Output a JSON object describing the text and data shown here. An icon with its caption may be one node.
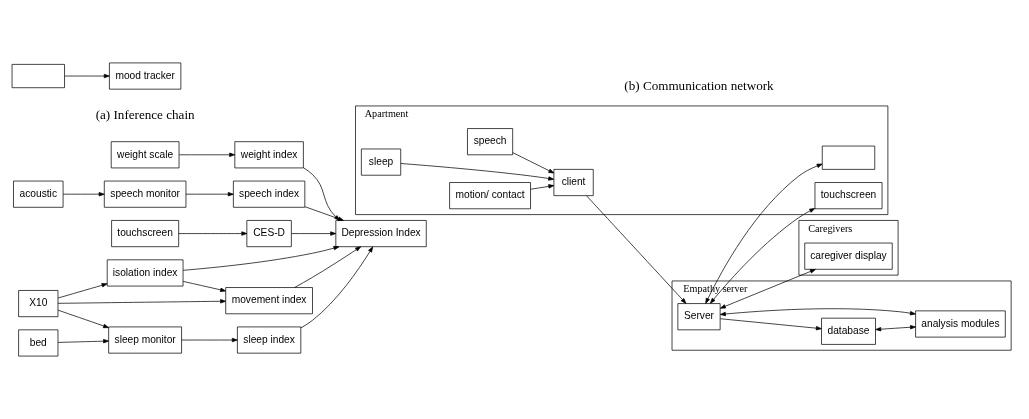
{
  "diagram": {
    "nodes": [
      {
        "text": [
          "acoustic"
        ]
      },
      {
        "text": [
          "speech monitor"
        ]
      },
      {
        "text": [
          "speech index"
        ]
      },
      {
        "text": [
          "movement index"
        ]
      },
      {
        "text": [
          "X10"
        ]
      },
      {
        "text": [
          "isolation index"
        ]
      },
      {
        "text": [
          "Depression Index"
        ]
      },
      {
        "text": [
          "bed"
        ]
      },
      {
        "text": [
          "sleep monitor"
        ]
      },
      {
        "text": [
          "sleep index"
        ]
      },
      {
        "text": [],
        "shape": "box"
      },
      {
        "text": [
          "mood tracker"
        ]
      },
      {
        "text": [
          "touchscreen"
        ]
      },
      {
        "text": [
          "CES-D"
        ]
      },
      {
        "text": [
          "weight scale"
        ]
      },
      {
        "text": [
          "weight index"
        ]
      },
      {
        "text": [
          "Apartment"
        ]
      },
      {
        "text": [
          "Empathy server"
        ]
      },
      {
        "text": [],
        "shape": "box",
        "in": 16
      },
      {
        "text": [
          "speech"
        ],
        "in": 16
      },
      {
        "text": [
          "client"
        ],
        "in": 16
      },
      {
        "text": [
          "motion/ contact"
        ],
        "in": 16
      },
      {
        "text": [
          "sleep"
        ],
        "in": 16
      },
      {
        "text": [
          "touchscreen"
        ],
        "in": 16
      },
      {
        "text": [
          "Server"
        ],
        "in": 17
      },
      {
        "text": [
          "database"
        ],
        "in": 17
      },
      {
        "text": [
          "analysis modules"
        ],
        "in": 17
      },
      {
        "text": [
          "Caregivers"
        ]
      },
      {
        "text": [
          "caregiver display"
        ],
        "in": 27
      }
    ],
    "edges": [
      {
        "from": 0,
        "to": 1,
        "arrow": "to"
      },
      {
        "from": 1,
        "to": 2,
        "arrow": "to"
      },
      {
        "from": 2,
        "to": 6,
        "arrow": "to"
      },
      {
        "from": 4,
        "to": 3,
        "arrow": "to"
      },
      {
        "from": 5,
        "to": 3,
        "arrow": "to"
      },
      {
        "from": 4,
        "to": 5,
        "arrow": "to"
      },
      {
        "from": 3,
        "to": 6,
        "arrow": "to"
      },
      {
        "from": 5,
        "to": 6,
        "arrow": "to"
      },
      {
        "from": 4,
        "to": 8,
        "arrow": "to"
      },
      {
        "from": 7,
        "to": 8,
        "arrow": "to"
      },
      {
        "from": 8,
        "to": 9,
        "arrow": "to"
      },
      {
        "from": 9,
        "to": 6,
        "arrow": "to"
      },
      {
        "from": 10,
        "to": 11,
        "arrow": "to"
      },
      {
        "from": 12,
        "to": 13,
        "arrow": "to"
      },
      {
        "from": 13,
        "to": 6,
        "arrow": "to"
      },
      {
        "from": 14,
        "to": 15,
        "arrow": "to"
      },
      {
        "from": 15,
        "to": 6,
        "arrow": "to"
      },
      {
        "from": 24,
        "to": 18,
        "arrow": "both"
      },
      {
        "from": 19,
        "to": 20,
        "arrow": "to"
      },
      {
        "from": 21,
        "to": 20,
        "arrow": "to"
      },
      {
        "from": 22,
        "to": 20,
        "arrow": "to"
      },
      {
        "from": 20,
        "to": 24,
        "arrow": "to"
      },
      {
        "from": 24,
        "to": 23,
        "arrow": "both"
      },
      {
        "from": 24,
        "to": 25,
        "arrow": "to"
      },
      {
        "from": 24,
        "to": 26,
        "arrow": "both"
      },
      {
        "from": 25,
        "to": 26,
        "arrow": "both"
      },
      {
        "from": 24,
        "to": 28,
        "arrow": "both"
      }
    ],
    "labels": [
      "(a) Inference chain",
      "(b) Communication network"
    ]
  }
}
